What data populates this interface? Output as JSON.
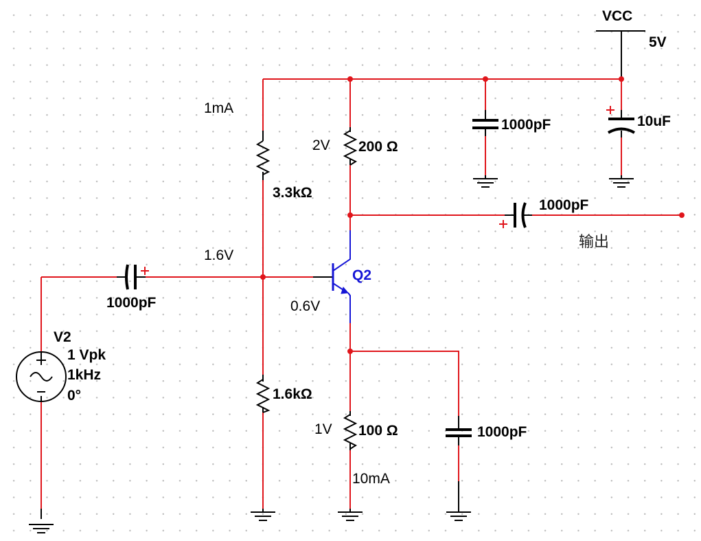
{
  "supply": {
    "name": "VCC",
    "voltage": "5V"
  },
  "source": {
    "name": "V2",
    "amplitude": "1 Vpk",
    "frequency": "1kHz",
    "phase": "0°"
  },
  "transistor": {
    "name": "Q2"
  },
  "components": {
    "c_input": "1000pF",
    "c_top_bypass": "1000pF",
    "c_supply": "10uF",
    "c_output": "1000pF",
    "c_emitter": "1000pF",
    "r_bias_top": "3.3kΩ",
    "r_bias_bottom": "1.6kΩ",
    "r_collector": "200 Ω",
    "r_emitter": "100 Ω"
  },
  "annotations": {
    "bias_current": "1mA",
    "base_voltage": "1.6V",
    "collector_drop": "2V",
    "vbe": "0.6V",
    "emitter_drop": "1V",
    "emitter_current": "10mA",
    "output": "输出"
  },
  "colors": {
    "wire": "#e0151b",
    "component": "#000000",
    "transistor_label": "#1515d6",
    "grid_dot": "#b8b8b8"
  }
}
